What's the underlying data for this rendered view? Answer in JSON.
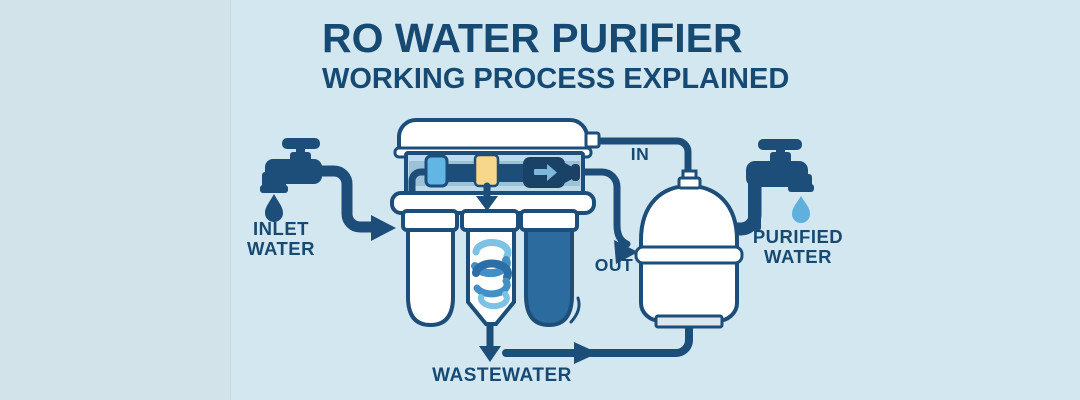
{
  "title": {
    "heading": "RO WATER PURIFIER",
    "subheading": "WORKING PROCESS EXPLAINED"
  },
  "labels": {
    "inlet": "INLET WATER",
    "purified": "PURIFIED WATER",
    "wastewater": "WASTEWATER",
    "flow_in": "IN",
    "flow_out": "OUT"
  },
  "icons": {
    "inlet_faucet": "faucet-icon",
    "purified_faucet": "faucet-icon",
    "inlet_drop": "water-drop-icon",
    "purified_drop": "water-drop-icon",
    "filter_unit": "ro-filter-unit-icon",
    "membrane": "ro-membrane-icon",
    "coil": "filter-coil-icon",
    "tank": "storage-tank-icon",
    "flow": "flow-arrow-icon"
  },
  "colors": {
    "bg": "#d3e7f1",
    "bg_left": "#d2e4e9",
    "navy": "#1d4e79",
    "navy_dark": "#1a4166",
    "text": "#174a72",
    "white": "#ffffff",
    "head_inner": "#bcdaea",
    "head_band": "#9cc2d8",
    "sky": "#62b6e3",
    "yellow": "#f7d78c",
    "steel": "#2c6b9e",
    "spiral_light": "#7cc2e5",
    "spiral_mid": "#4390c5",
    "spiral_dark": "#2e6ea6",
    "drop_light": "#5fb0dc",
    "pedestal": "#dce6ec",
    "glyph_blue": "#7fb8dc"
  }
}
